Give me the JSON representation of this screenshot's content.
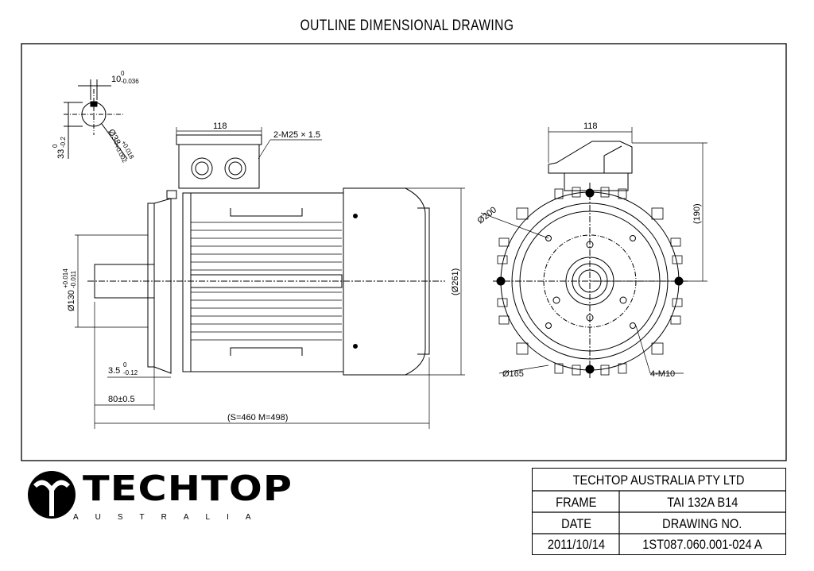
{
  "drawing": {
    "title": "OUTLINE DIMENSIONAL DRAWING",
    "dimensions": {
      "key_width": "10",
      "key_width_tol_upper": "0",
      "key_width_tol_lower": "-0.036",
      "key_height": "33",
      "key_height_tol_upper": "0",
      "key_height_tol_lower": "-0.2",
      "shaft_dia": "Ø38",
      "shaft_dia_tol_upper": "+0.018",
      "shaft_dia_tol_lower": "+0.002",
      "terminal_box_width_side": "118",
      "cable_gland": "2-M25 × 1.5",
      "spigot_dia": "Ø130",
      "spigot_dia_tol_upper": "+0.014",
      "spigot_dia_tol_lower": "-0.011",
      "spigot_depth": "3.5",
      "spigot_depth_tol_upper": "0",
      "spigot_depth_tol_lower": "-0.12",
      "shaft_length": "80±0.5",
      "overall_length": "(S=460  M=498)",
      "body_dia": "(Ø261)",
      "terminal_box_width_end": "118",
      "height_to_box": "(190)",
      "flange_outer_dia": "Ø200",
      "pcd": "Ø165",
      "flange_holes": "4-M10"
    }
  },
  "brand": {
    "name": "TECHTOP",
    "sub": "AUSTRALIA"
  },
  "title_block": {
    "company": "TECHTOP AUSTRALIA PTY LTD",
    "frame_label": "FRAME",
    "frame_value": "TAI 132A B14",
    "date_label": "DATE",
    "drawing_no_label": "DRAWING NO.",
    "date_value": "2011/10/14",
    "drawing_no_value": "1ST087.060.001-024 A"
  }
}
